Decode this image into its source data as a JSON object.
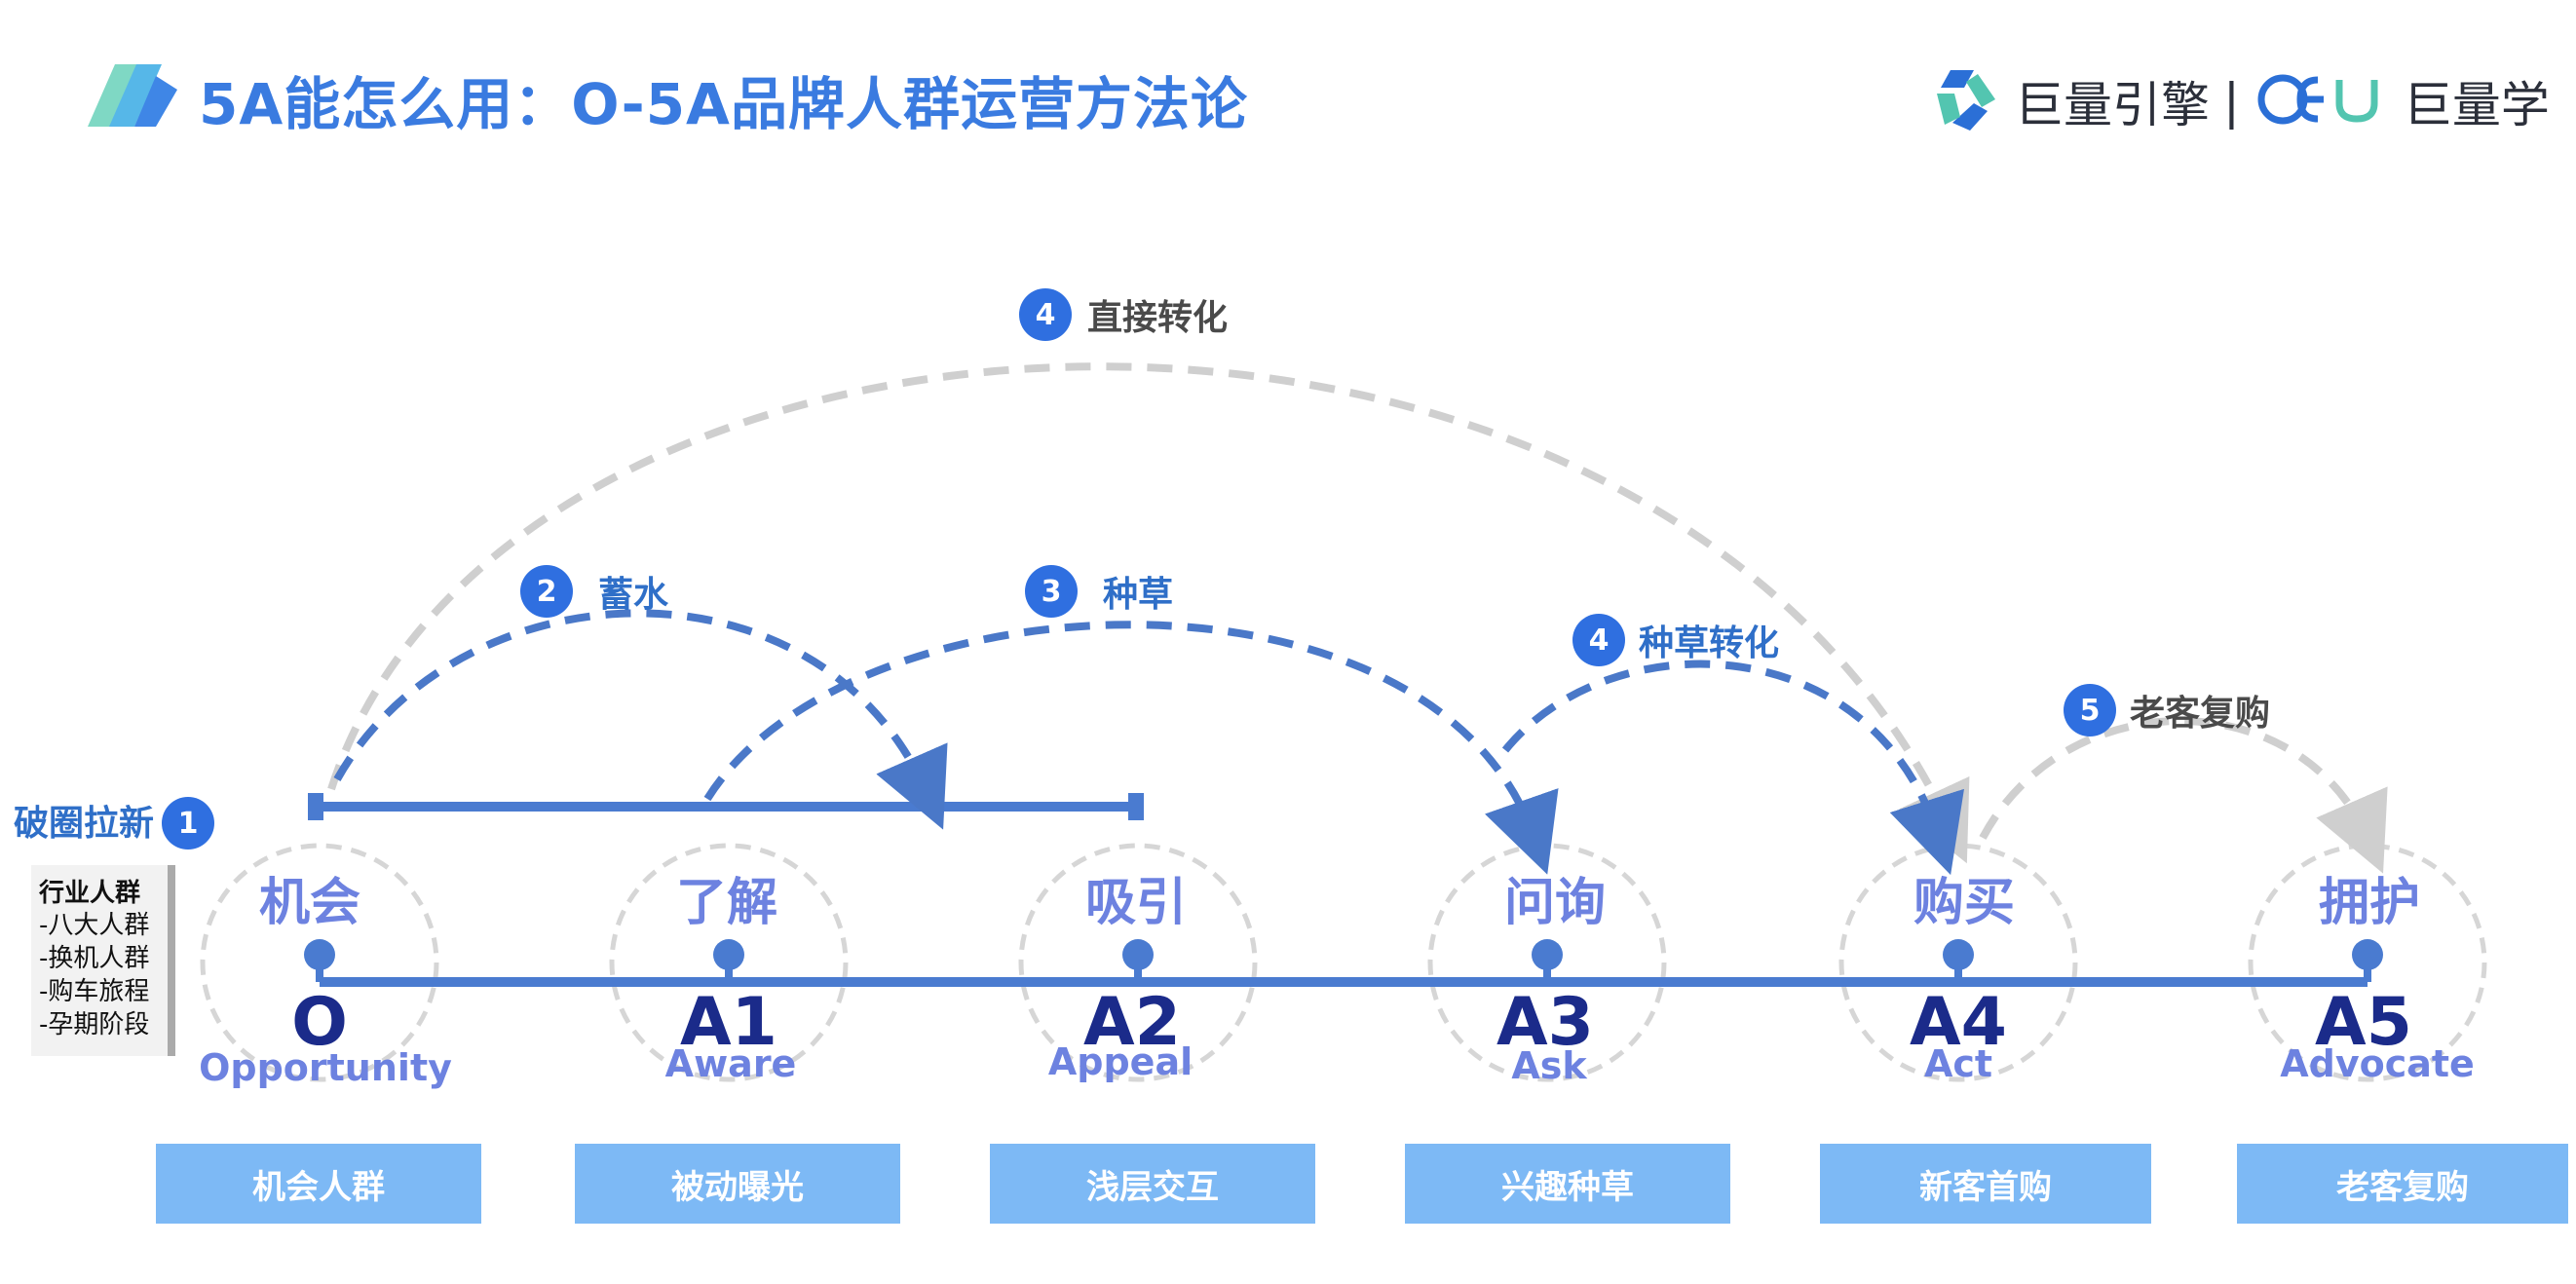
{
  "header": {
    "title": "5A能怎么用：O-5A品牌人群运营方法论",
    "brand_primary": "巨量引擎",
    "brand_separator": "|",
    "brand_secondary": "巨量学"
  },
  "colors": {
    "title": "#3a7be0",
    "timeline": "#4a7bd0",
    "dashed_blue": "#4a78c8",
    "dashed_gray": "#cfcfcf",
    "box": "#7db9f5",
    "badge": "#2f6fe0"
  },
  "side_panel": {
    "lead_label": "破圈拉新",
    "lead_badge": "1",
    "title": "行业人群",
    "items": [
      "-八大人群",
      "-换机人群",
      "-购车旅程",
      "-孕期阶段"
    ]
  },
  "stages": [
    {
      "cn": "机会",
      "code": "O",
      "en": "Opportunity",
      "box": "机会人群"
    },
    {
      "cn": "了解",
      "code": "A1",
      "en": "Aware",
      "box": "被动曝光"
    },
    {
      "cn": "吸引",
      "code": "A2",
      "en": "Appeal",
      "box": "浅层交互"
    },
    {
      "cn": "问询",
      "code": "A3",
      "en": "Ask",
      "box": "兴趣种草"
    },
    {
      "cn": "购买",
      "code": "A4",
      "en": "Act",
      "box": "新客首购"
    },
    {
      "cn": "拥护",
      "code": "A5",
      "en": "Advocate",
      "box": "老客复购"
    }
  ],
  "arcs": [
    {
      "badge": "2",
      "label": "蓄水",
      "from": "O",
      "to": "A1-A2",
      "style": "dashed-blue"
    },
    {
      "badge": "3",
      "label": "种草",
      "from": "A1",
      "to": "A3",
      "style": "dashed-blue"
    },
    {
      "badge": "4",
      "label": "直接转化",
      "from": "O",
      "to": "A4",
      "style": "dashed-gray"
    },
    {
      "badge": "4",
      "label": "种草转化",
      "from": "A3",
      "to": "A4",
      "style": "dashed-blue"
    },
    {
      "badge": "5",
      "label": "老客复购",
      "from": "A4",
      "to": "A5",
      "style": "dashed-gray"
    }
  ]
}
